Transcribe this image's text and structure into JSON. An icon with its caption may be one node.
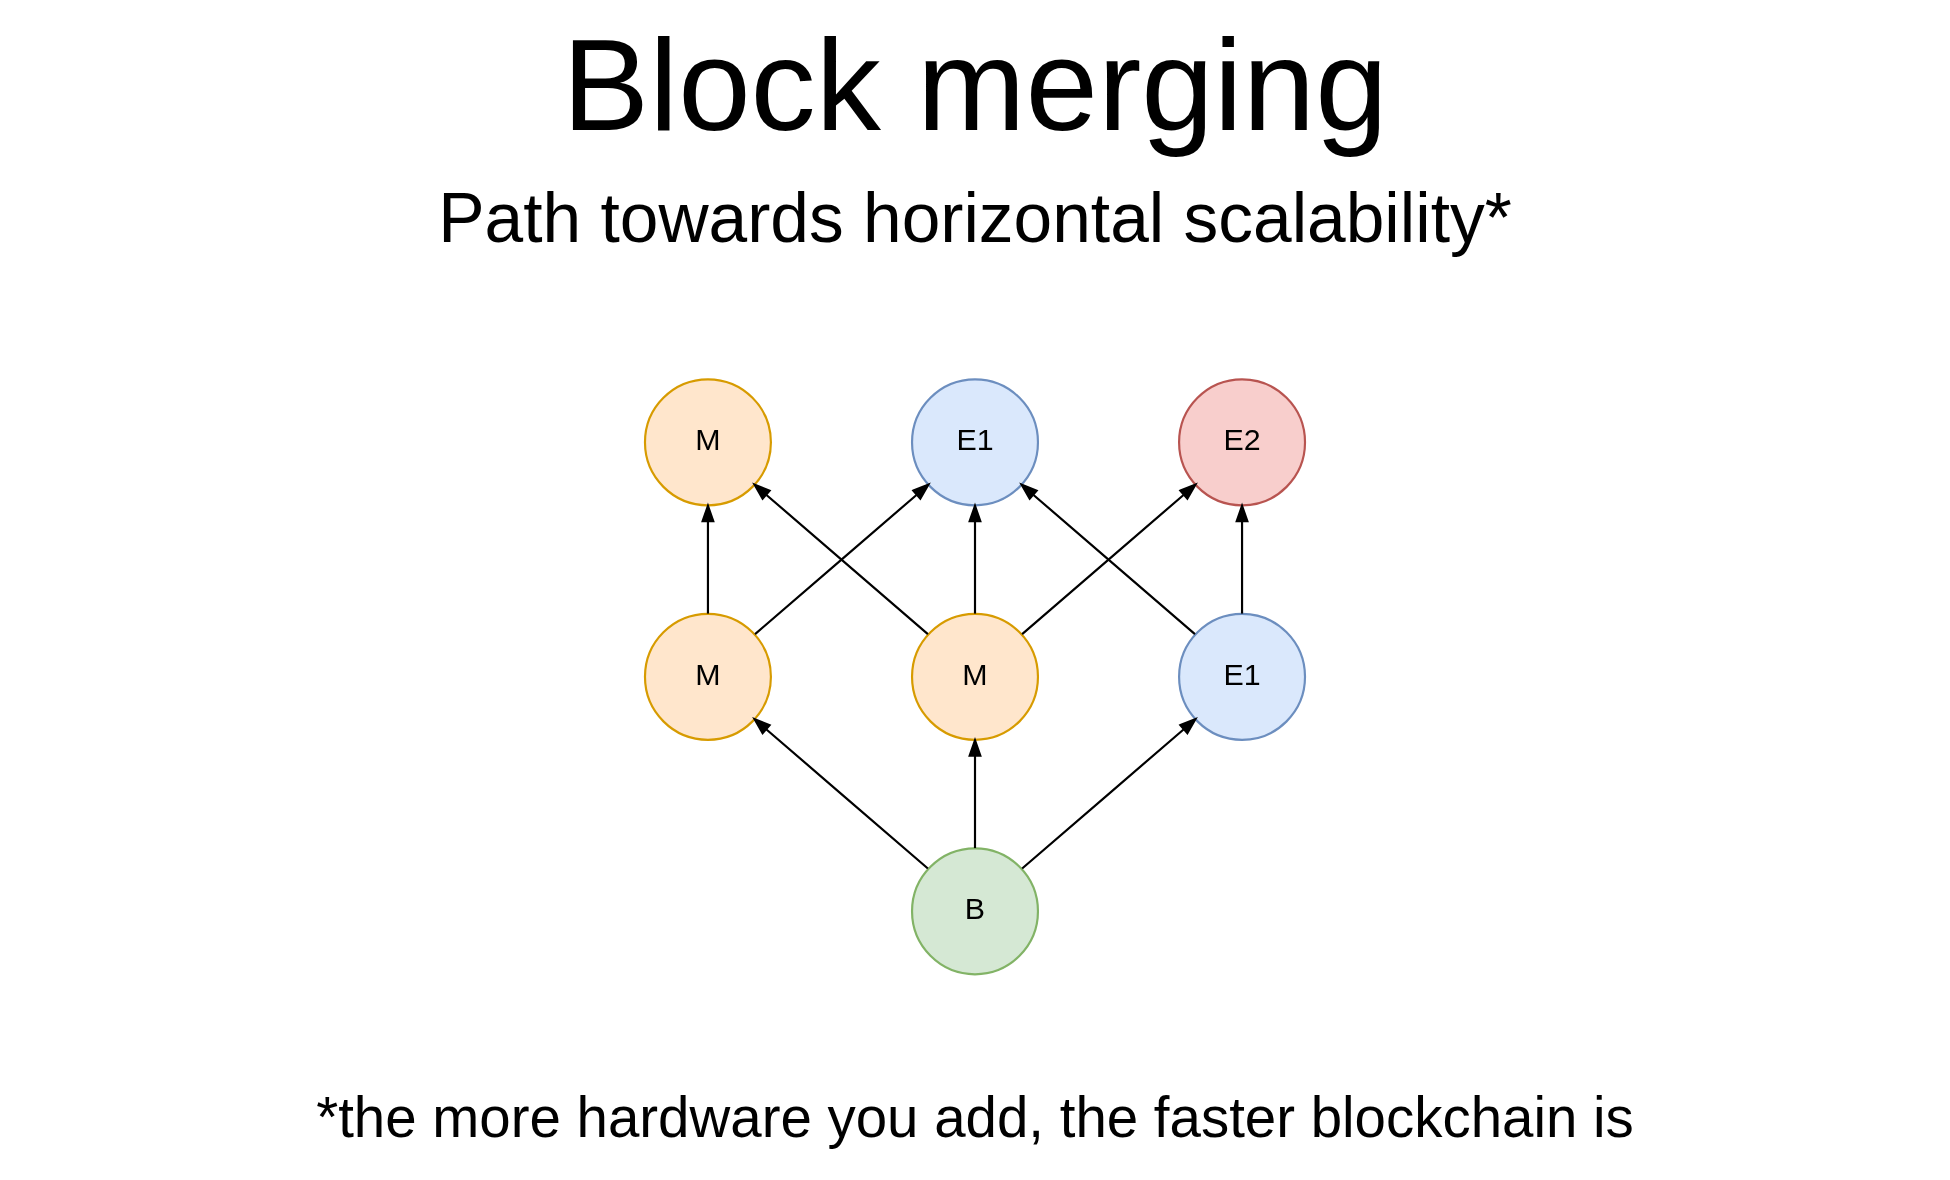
{
  "diagram": {
    "title": "Block merging",
    "caption": "*the more hardware you add, the faster blockchain is",
    "nodes": [
      {
        "text": [
          "M"
        ]
      },
      {
        "text": [
          "E1"
        ]
      },
      {
        "text": [
          "E2"
        ]
      },
      {
        "text": [
          "M"
        ]
      },
      {
        "text": [
          "M"
        ]
      },
      {
        "text": [
          "E1"
        ]
      },
      {
        "text": [
          "B"
        ]
      }
    ],
    "edges": [
      {
        "from": 3,
        "to": 0,
        "arrow": "to"
      },
      {
        "from": 3,
        "to": 1,
        "arrow": "to"
      },
      {
        "from": 4,
        "to": 0,
        "arrow": "to"
      },
      {
        "from": 4,
        "to": 1,
        "arrow": "to"
      },
      {
        "from": 4,
        "to": 2,
        "arrow": "to"
      },
      {
        "from": 5,
        "to": 1,
        "arrow": "to"
      },
      {
        "from": 5,
        "to": 2,
        "arrow": "to"
      },
      {
        "from": 6,
        "to": 3,
        "arrow": "to"
      },
      {
        "from": 6,
        "to": 4,
        "arrow": "to"
      },
      {
        "from": 6,
        "to": 5,
        "arrow": "to"
      }
    ],
    "labels": [
      "Path towards horizontal scalability*"
    ]
  }
}
